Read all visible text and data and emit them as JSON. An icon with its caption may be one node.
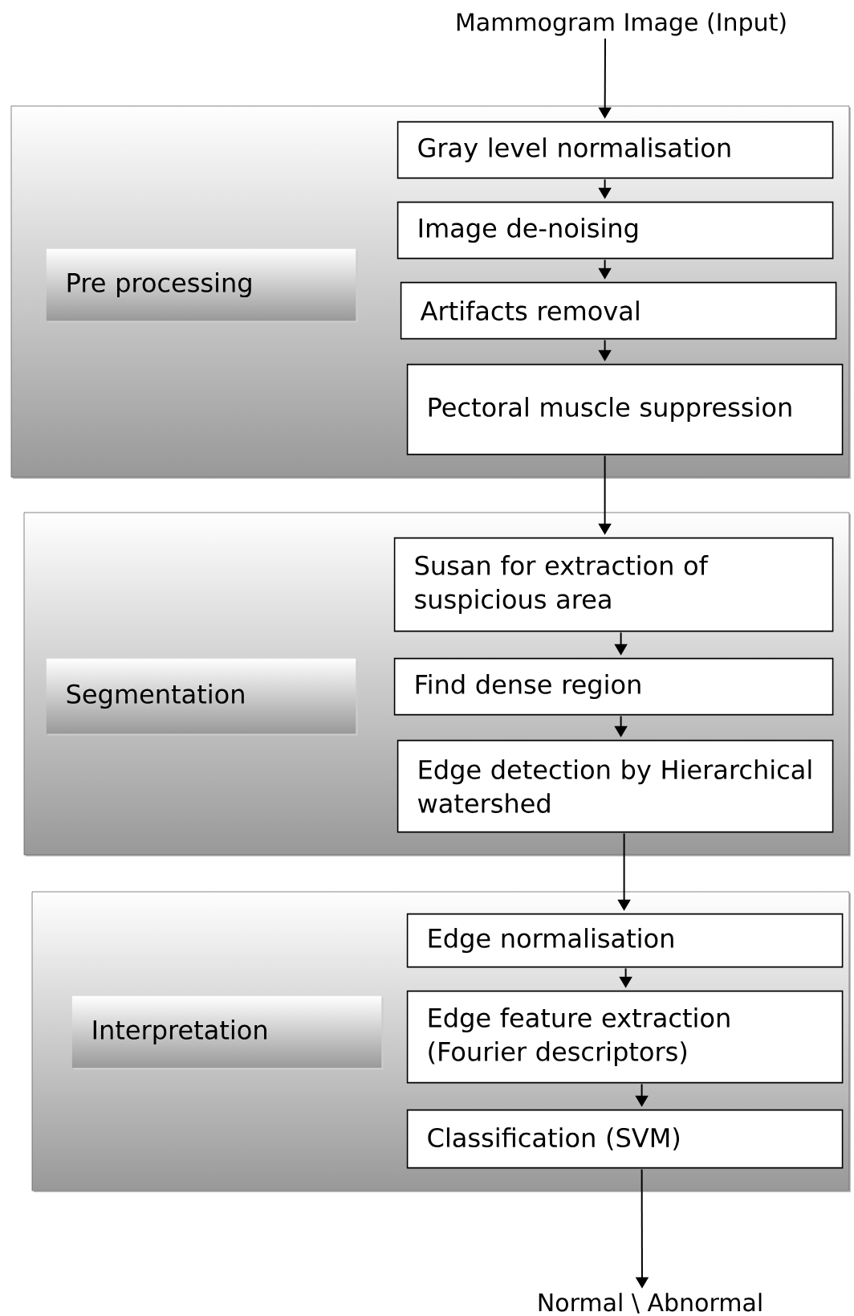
{
  "diagram": {
    "nodes": [
      {
        "text": [
          "Mammogram Image (Input)"
        ]
      },
      {
        "text": [],
        "shape": "box"
      },
      {
        "text": [
          "Pre processing"
        ],
        "in": 1
      },
      {
        "text": [
          "Gray level normalisation"
        ],
        "in": 1
      },
      {
        "text": [
          "Image de-noising"
        ],
        "in": 1
      },
      {
        "text": [
          "Artifacts removal"
        ],
        "in": 1
      },
      {
        "text": [
          "Pectoral muscle suppression"
        ],
        "in": 1
      },
      {
        "text": [],
        "shape": "box"
      },
      {
        "text": [
          "Segmentation"
        ],
        "in": 7
      },
      {
        "text": [
          "Susan for extraction of suspicious area"
        ],
        "in": 7
      },
      {
        "text": [
          "Find dense region"
        ],
        "in": 7
      },
      {
        "text": [
          "Edge detection by Hierarchical watershed"
        ],
        "in": 7
      },
      {
        "text": [],
        "shape": "box"
      },
      {
        "text": [
          "Interpretation"
        ],
        "in": 12
      },
      {
        "text": [
          "Edge normalisation"
        ],
        "in": 12
      },
      {
        "text": [
          "Edge feature extraction (Fourier descriptors)"
        ],
        "in": 12
      },
      {
        "text": [
          "Classification (SVM)"
        ],
        "in": 12
      },
      {
        "text": [
          "Normal \\ Abnormal"
        ]
      }
    ],
    "edges": [
      {
        "from": 0,
        "to": 3,
        "arrow": "to"
      },
      {
        "from": 3,
        "to": 4,
        "arrow": "to"
      },
      {
        "from": 4,
        "to": 5,
        "arrow": "to"
      },
      {
        "from": 5,
        "to": 6,
        "arrow": "to"
      },
      {
        "from": 6,
        "to": 9,
        "arrow": "to"
      },
      {
        "from": 9,
        "to": 10,
        "arrow": "to"
      },
      {
        "from": 10,
        "to": 11,
        "arrow": "to"
      },
      {
        "from": 11,
        "to": 14,
        "arrow": "to"
      },
      {
        "from": 14,
        "to": 15,
        "arrow": "to"
      },
      {
        "from": 15,
        "to": 16,
        "arrow": "to"
      },
      {
        "from": 16,
        "to": 17,
        "arrow": "to"
      }
    ]
  }
}
